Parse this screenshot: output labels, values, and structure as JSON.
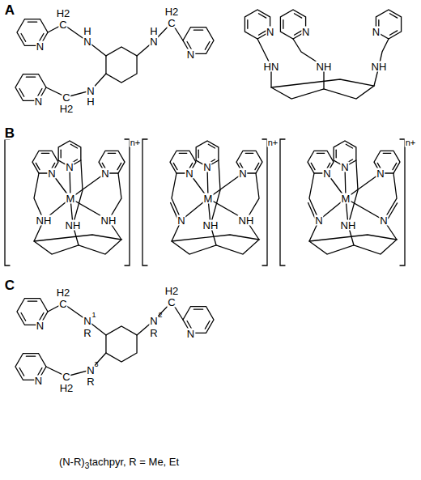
{
  "diagram": {
    "labels": [
      "A",
      "N",
      "H2",
      "C",
      "H",
      "N",
      "H2",
      "C",
      "H",
      "N",
      "N",
      "N",
      "H",
      "C",
      "H2",
      "N",
      "N",
      "N",
      "N",
      "HN",
      "NH",
      "NH",
      "B",
      "N",
      "N",
      "N",
      "M",
      "NH",
      "NH",
      "NH",
      "n+",
      "N",
      "N",
      "N",
      "M",
      "N",
      "NH",
      "NH",
      "n+",
      "N",
      "N",
      "N",
      "M",
      "N",
      "NH",
      "N",
      "n+",
      "C",
      "N",
      "H2",
      "C",
      "N",
      "1",
      "R",
      "H2",
      "C",
      "N",
      "2",
      "R",
      "N",
      "N",
      "3",
      "R",
      "C",
      "H2",
      "N",
      "(N-R)",
      "3",
      "tachpyr, R = Me, Et"
    ]
  }
}
